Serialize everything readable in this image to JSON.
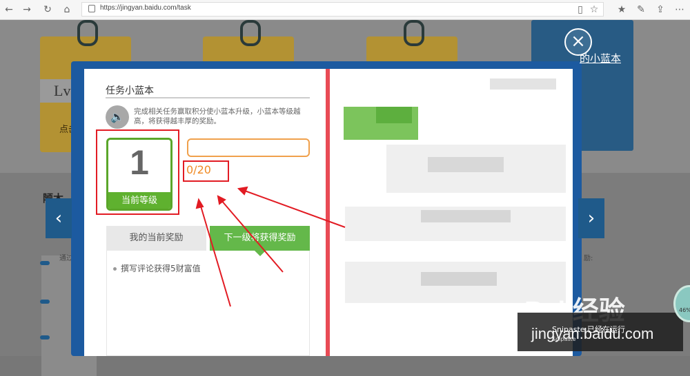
{
  "browser": {
    "url": "https://jingyan.baidu.com/task",
    "nav_icons": [
      "back-icon",
      "forward-icon",
      "refresh-icon",
      "home-icon"
    ],
    "toolbar_icons": [
      "reading-view-icon",
      "favorite-star-icon",
      "favorites-icon",
      "pen-icon",
      "share-icon",
      "more-icon"
    ]
  },
  "background": {
    "bluebook_label": "的小蓝本",
    "bottom_title": "陋木",
    "left_partial": "点击",
    "side_text": "通过",
    "right_text": "励:",
    "side_letters": "Lv"
  },
  "modal": {
    "title": "任务小蓝本",
    "description": "完成相关任务赢取积分使小蓝本升级，小蓝本等级越高，将获得越丰厚的奖励。",
    "level": {
      "value": "1",
      "label": "当前等级"
    },
    "progress": {
      "text": "0/20",
      "current": 0,
      "max": 20
    },
    "tabs": [
      {
        "label": "我的当前奖励",
        "active": false
      },
      {
        "label": "下一级将获得奖励",
        "active": true
      }
    ],
    "rewards": [
      "撰写评论获得5财富值"
    ],
    "close_icon": "close-icon",
    "prev_icon": "chevron-left-icon",
    "next_icon": "chevron-right-icon"
  },
  "overlay": {
    "snipaste_text": "Snipaste 已经在运行",
    "snipaste_sub": "Snipaste",
    "baidu_logo": "Bai 经验",
    "baidu_site": "jingyan.baidu.com",
    "gauge_text": "46%"
  },
  "colors": {
    "accent_green": "#64b84a",
    "level_green": "#5fb12f",
    "progress_orange": "#f08a24",
    "highlight_red": "#e21b23",
    "book_blue": "#1c5aa0"
  }
}
